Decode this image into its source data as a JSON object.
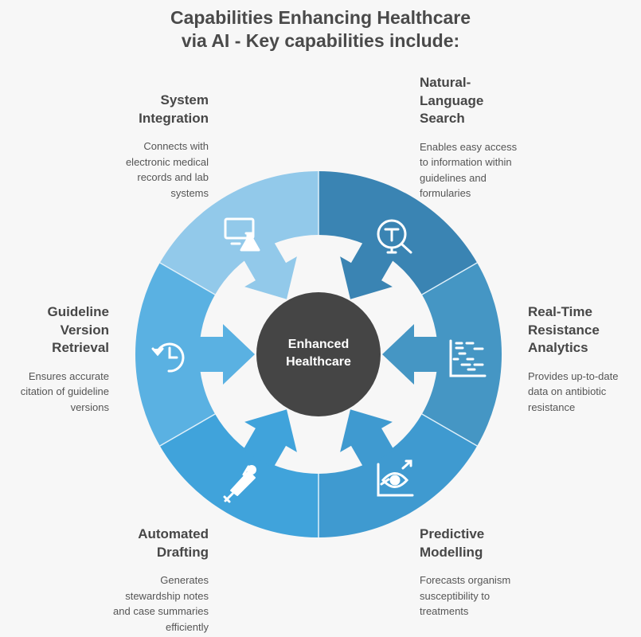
{
  "title": {
    "line1": "Capabilities Enhancing Healthcare",
    "line2": "via AI - Key capabilities include:"
  },
  "center": {
    "line1": "Enhanced",
    "line2": "Healthcare",
    "color": "#454545"
  },
  "capabilities": [
    {
      "id": "system-integration",
      "title_lines": [
        "System",
        "Integration"
      ],
      "description_lines": [
        "Connects with",
        "electronic medical",
        "records and lab",
        "systems"
      ],
      "icon": "computer-flask-icon",
      "color": "#92c9ea"
    },
    {
      "id": "natural-language-search",
      "title_lines": [
        "Natural-",
        "Language",
        "Search"
      ],
      "description_lines": [
        "Enables easy access",
        "to information within",
        "guidelines and",
        "formularies"
      ],
      "icon": "text-search-icon",
      "color": "#3a84b3"
    },
    {
      "id": "real-time-resistance-analytics",
      "title_lines": [
        "Real-Time",
        "Resistance",
        "Analytics"
      ],
      "description_lines": [
        "Provides up-to-date",
        "data on antibiotic",
        "resistance"
      ],
      "icon": "data-chart-icon",
      "color": "#4596c4"
    },
    {
      "id": "predictive-modelling",
      "title_lines": [
        "Predictive",
        "Modelling"
      ],
      "description_lines": [
        "Forecasts organism",
        "susceptibility to",
        "treatments"
      ],
      "icon": "eye-chart-icon",
      "color": "#3f9ad0"
    },
    {
      "id": "automated-drafting",
      "title_lines": [
        "Automated",
        "Drafting"
      ],
      "description_lines": [
        "Generates",
        "stewardship notes",
        "and case summaries",
        "efficiently"
      ],
      "icon": "pen-icon",
      "color": "#40a3db"
    },
    {
      "id": "guideline-version-retrieval",
      "title_lines": [
        "Guideline",
        "Version",
        "Retrieval"
      ],
      "description_lines": [
        "Ensures accurate",
        "citation of guideline",
        "versions"
      ],
      "icon": "history-clock-icon",
      "color": "#5ab1e2"
    }
  ]
}
